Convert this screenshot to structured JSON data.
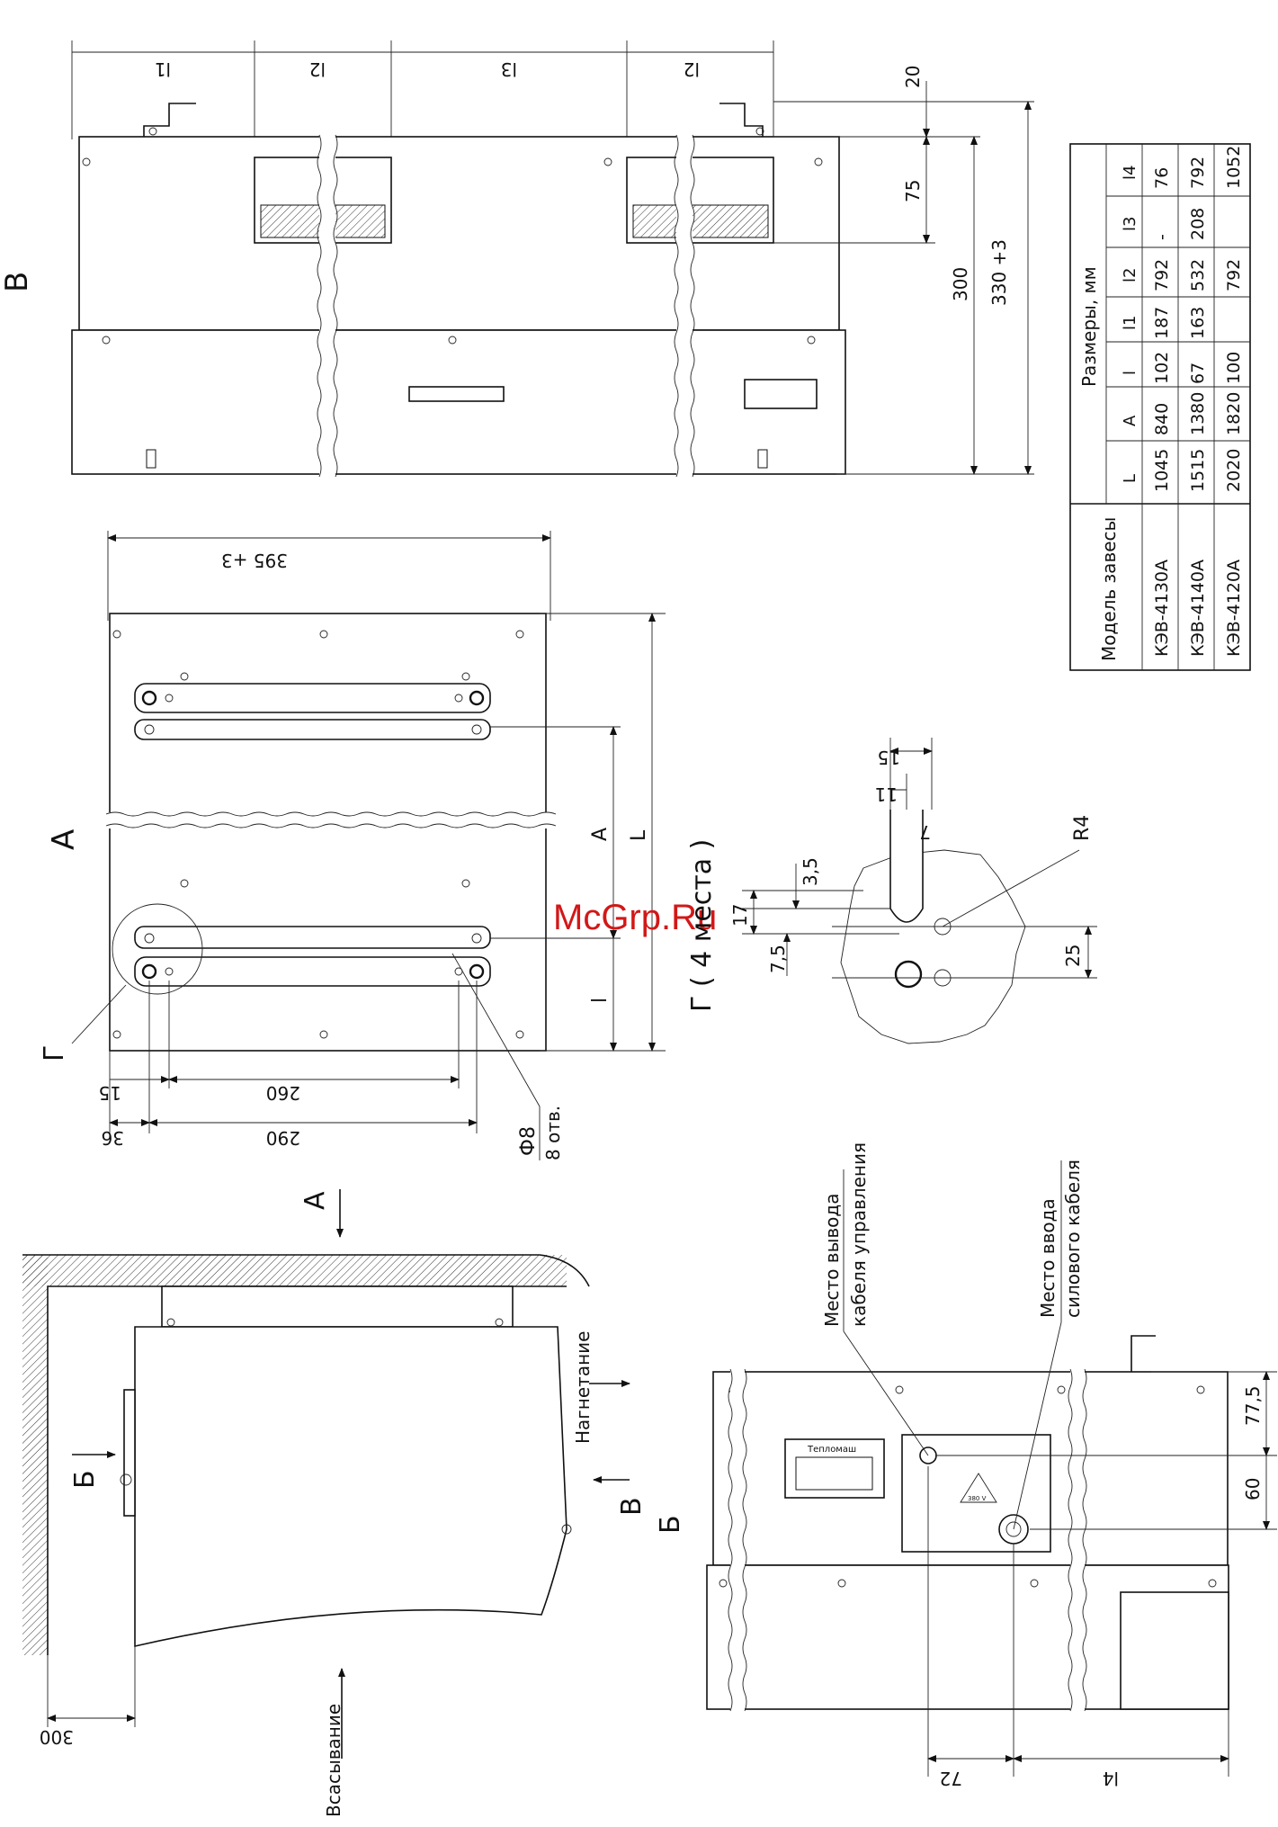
{
  "watermark": "McGrp.Ru",
  "brand": "Тепломаш",
  "views": {
    "B_label": "В",
    "A_label": "А",
    "G_label": "Г",
    "G_note": "Г ( 4 места )",
    "side_A_arrow": "А",
    "side_B_arrow": "Б",
    "side_V_arrow": "В",
    "side_B2_arrow": "Б"
  },
  "dims_top": {
    "l1": "l1",
    "l2a": "l2",
    "l3": "l3",
    "l2b": "l2",
    "d20": "20",
    "d75": "75",
    "d300": "300",
    "d330": "330 +3"
  },
  "dims_mid": {
    "d395": "395 +3",
    "A": "A",
    "L": "L",
    "l": "l",
    "d15": "15",
    "d260": "260",
    "d36": "36",
    "d290": "290",
    "hole": "Ф8",
    "holes_count": "8 отв."
  },
  "dims_detail": {
    "d15": "15",
    "d11": "11",
    "d7": "7",
    "R4": "R4",
    "d3_5": "3,5",
    "d17": "17",
    "d7_5": "7,5",
    "d25": "25"
  },
  "dims_side": {
    "d300": "300",
    "intake": "Всасывание",
    "discharge": "Нагнетание"
  },
  "dims_front": {
    "control_cable_1": "Место вывода",
    "control_cable_2": "кабеля управления",
    "power_cable_1": "Место ввода",
    "power_cable_2": "силового кабеля",
    "d77_5": "77,5",
    "d60": "60",
    "d72": "72",
    "l4": "l4",
    "voltage": "380 V"
  },
  "table": {
    "title": "Размеры, мм",
    "model_header": "Модель завесы",
    "col_headers": [
      "L",
      "A",
      "l",
      "l1",
      "l2",
      "l3",
      "l4"
    ],
    "rows": [
      {
        "model": "КЭВ-4130А",
        "L": "1045",
        "A": "840",
        "l": "102",
        "l1": "187",
        "l2": "792",
        "l3": "-",
        "l4": "76"
      },
      {
        "model": "КЭВ-4140А",
        "L": "1515",
        "A": "1380",
        "l": "67",
        "l1": "163",
        "l2": "532",
        "l3": "208",
        "l4": "792"
      },
      {
        "model": "КЭВ-4120А",
        "L": "2020",
        "A": "1820",
        "l": "100",
        "l1": "",
        "l2": "792",
        "l3": "",
        "l4": "1052"
      }
    ]
  }
}
